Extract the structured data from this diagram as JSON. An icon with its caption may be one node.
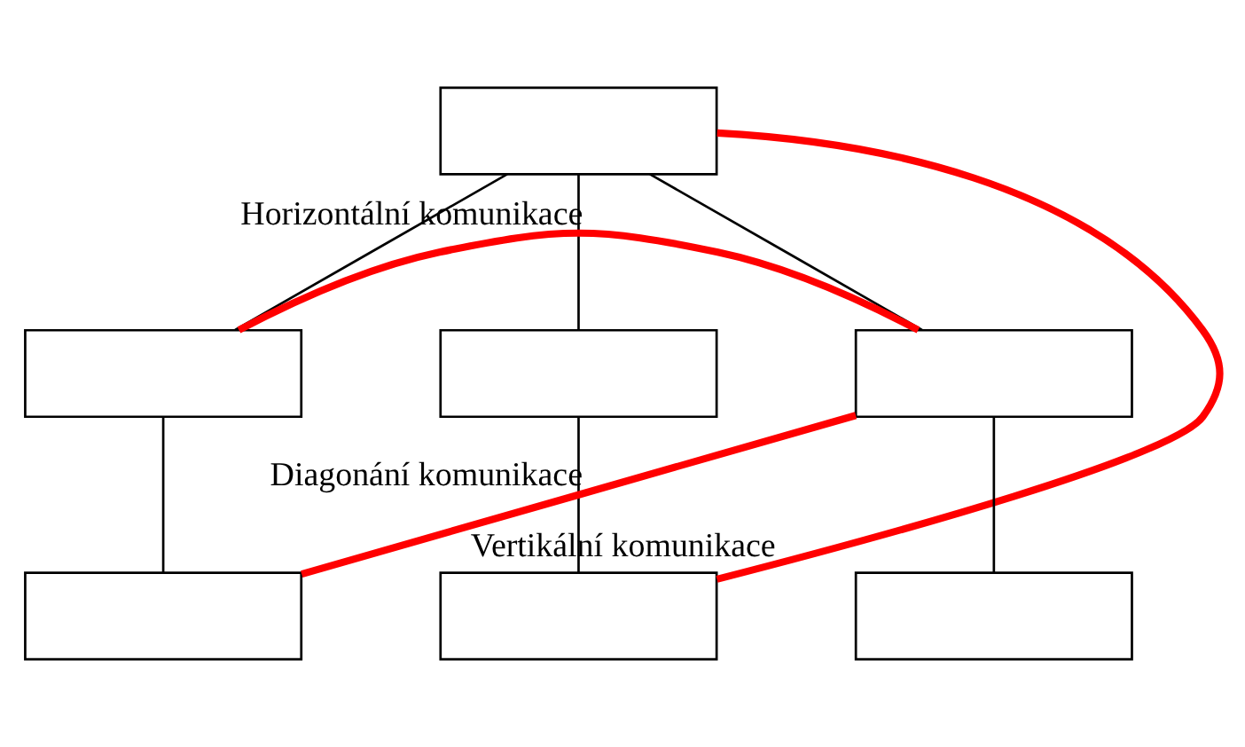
{
  "diagram": {
    "nodes": [
      {
        "text": [],
        "shape": "box"
      },
      {
        "text": [],
        "shape": "box"
      },
      {
        "text": [],
        "shape": "box"
      },
      {
        "text": [],
        "shape": "box"
      },
      {
        "text": [],
        "shape": "box"
      },
      {
        "text": [],
        "shape": "box"
      },
      {
        "text": [],
        "shape": "box"
      }
    ],
    "edges": [
      {
        "from": 0,
        "to": 1,
        "arrow": "none"
      },
      {
        "from": 0,
        "to": 2,
        "arrow": "none"
      },
      {
        "from": 0,
        "to": 3,
        "arrow": "none"
      },
      {
        "from": 1,
        "to": 4,
        "arrow": "none"
      },
      {
        "from": 2,
        "to": 5,
        "arrow": "none"
      },
      {
        "from": 3,
        "to": 6,
        "arrow": "none"
      },
      {
        "from": 0,
        "to": 5,
        "arrow": "none",
        "label": "Vertikální komunikace",
        "style": "thick",
        "color": "#ff0000"
      },
      {
        "from": 1,
        "to": 3,
        "arrow": "none",
        "label": "Horizontální komunikace",
        "style": "thick",
        "color": "#ff0000"
      },
      {
        "from": 4,
        "to": 3,
        "arrow": "none",
        "label": "Diagonání komunikace",
        "style": "thick",
        "color": "#ff0000"
      }
    ]
  }
}
